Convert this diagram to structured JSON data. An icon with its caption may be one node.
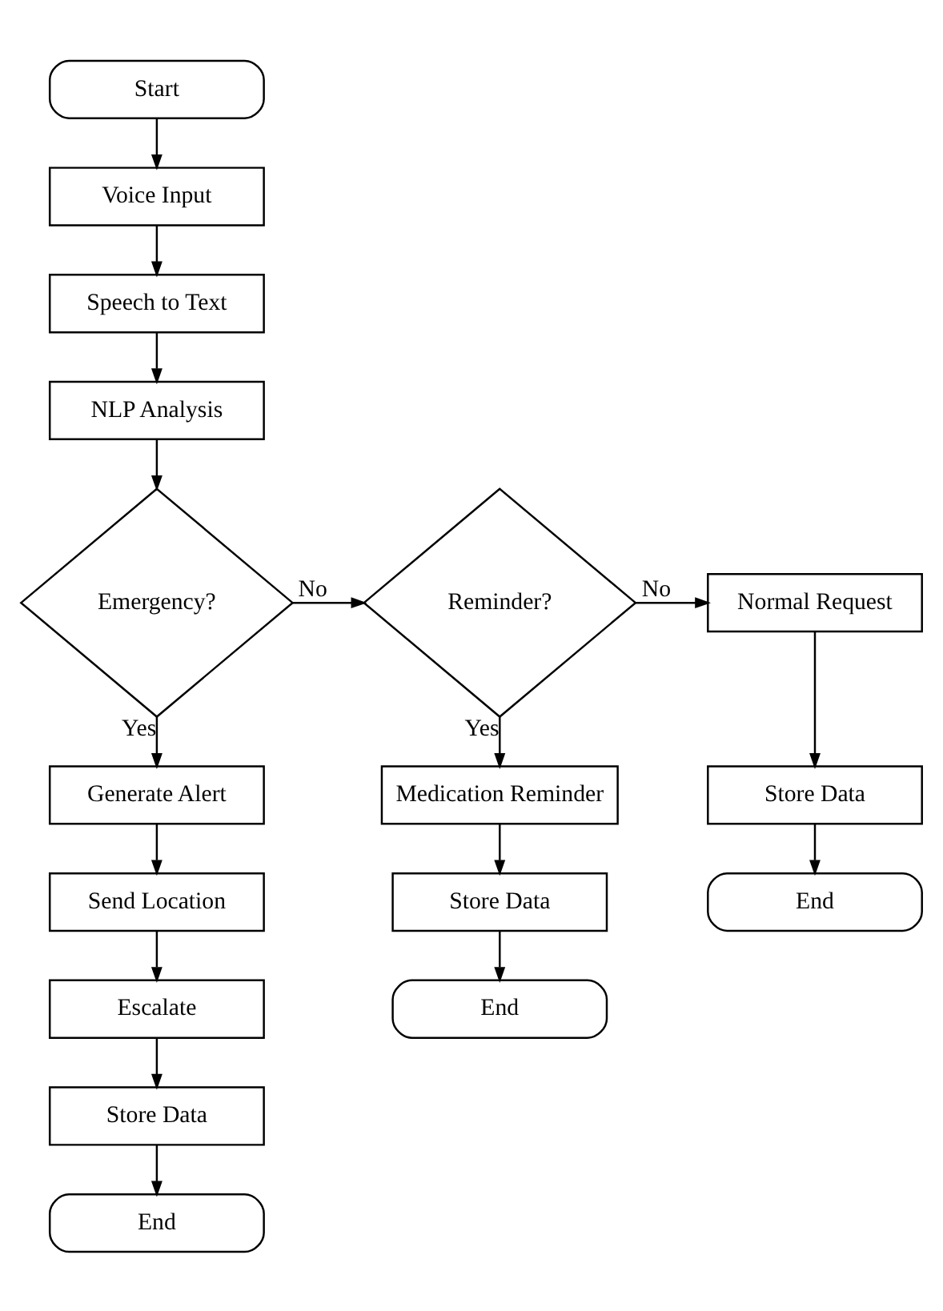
{
  "diagram": {
    "nodes": [
      {
        "text": [
          "Start"
        ]
      },
      {
        "text": [
          "Voice Input"
        ]
      },
      {
        "text": [
          "Speech to Text"
        ]
      },
      {
        "text": [
          "NLP Analysis"
        ]
      },
      {
        "text": [
          "Emergency?"
        ]
      },
      {
        "text": [
          "Reminder?"
        ]
      },
      {
        "text": [
          "Normal Request"
        ]
      },
      {
        "text": [
          "Generate Alert"
        ]
      },
      {
        "text": [
          "Send Location"
        ]
      },
      {
        "text": [
          "Escalate"
        ]
      },
      {
        "text": [
          "Store Data"
        ]
      },
      {
        "text": [
          "End"
        ]
      },
      {
        "text": [
          "Medication Reminder"
        ]
      },
      {
        "text": [
          "Store Data"
        ]
      },
      {
        "text": [
          "End"
        ]
      },
      {
        "text": [
          "Store Data"
        ]
      },
      {
        "text": [
          "End"
        ]
      }
    ],
    "edges": [
      {
        "from": 0,
        "to": 1,
        "arrow": "to"
      },
      {
        "from": 1,
        "to": 2,
        "arrow": "to"
      },
      {
        "from": 2,
        "to": 3,
        "arrow": "to"
      },
      {
        "from": 3,
        "to": 4,
        "arrow": "to"
      },
      {
        "from": 4,
        "to": 5,
        "arrow": "to",
        "label": "No"
      },
      {
        "from": 5,
        "to": 6,
        "arrow": "to",
        "label": "No"
      },
      {
        "from": 4,
        "to": 7,
        "arrow": "to",
        "label": "Yes"
      },
      {
        "from": 7,
        "to": 8,
        "arrow": "to"
      },
      {
        "from": 8,
        "to": 9,
        "arrow": "to"
      },
      {
        "from": 9,
        "to": 10,
        "arrow": "to"
      },
      {
        "from": 10,
        "to": 11,
        "arrow": "to"
      },
      {
        "from": 5,
        "to": 12,
        "arrow": "to",
        "label": "Yes"
      },
      {
        "from": 12,
        "to": 13,
        "arrow": "to"
      },
      {
        "from": 13,
        "to": 14,
        "arrow": "to"
      },
      {
        "from": 6,
        "to": 15,
        "arrow": "to"
      },
      {
        "from": 15,
        "to": 16,
        "arrow": "to"
      }
    ]
  }
}
